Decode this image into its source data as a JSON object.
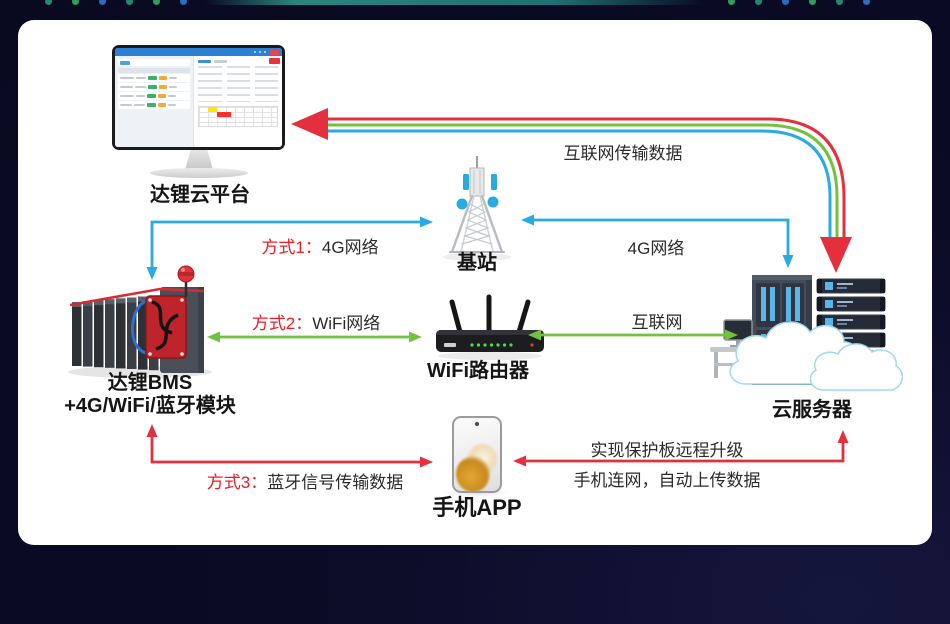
{
  "colors": {
    "blue": "#29abe2",
    "green": "#74c13d",
    "red": "#e42f3f",
    "red_text": "#ed1c24",
    "text_dark": "#2b2b2b",
    "card_bg": "#ffffff",
    "outer_bg": "#0b0b26"
  },
  "nodes": {
    "platform": {
      "label": "达锂云平台"
    },
    "tower": {
      "label": "基站"
    },
    "router": {
      "label": "WiFi路由器"
    },
    "bms": {
      "label_line1": "达锂BMS",
      "label_line2": "+4G/WiFi/蓝牙模块"
    },
    "server": {
      "label": "云服务器"
    },
    "phone": {
      "label": "手机APP"
    }
  },
  "connections": {
    "internet_transfer": {
      "label": "互联网传输数据"
    },
    "method1": {
      "prefix": "方式1：",
      "label": "4G网络"
    },
    "tower_server": {
      "label": "4G网络"
    },
    "method2": {
      "prefix": "方式2：",
      "label": "WiFi网络"
    },
    "router_server": {
      "label": "互联网"
    },
    "method3": {
      "prefix": "方式3：",
      "label": "蓝牙信号传输数据"
    },
    "phone_server": {
      "line1": "实现保护板远程升级",
      "line2": "手机连网，自动上传数据"
    }
  }
}
